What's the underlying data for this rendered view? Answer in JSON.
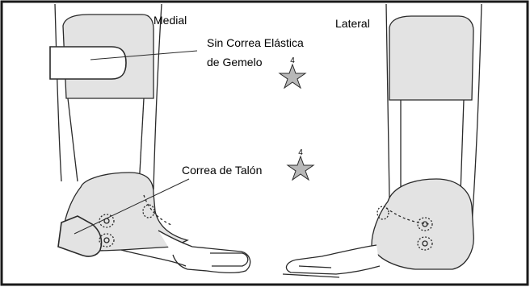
{
  "labels": {
    "medial": "Medial",
    "lateral": "Lateral",
    "calf_strap_line1": "Sin Correa Elástica",
    "calf_strap_line2": "de Gemelo",
    "heel_strap": "Correa de Talón"
  },
  "star_badges": [
    {
      "id": "calf-strap",
      "number": "4"
    },
    {
      "id": "heel-strap",
      "number": "4"
    }
  ],
  "colors": {
    "border": "#1a1a1a",
    "shell_fill": "#e3e3e3",
    "star_fill": "#b8b8b8",
    "outline": "#2a2a2a",
    "background": "#ffffff"
  }
}
